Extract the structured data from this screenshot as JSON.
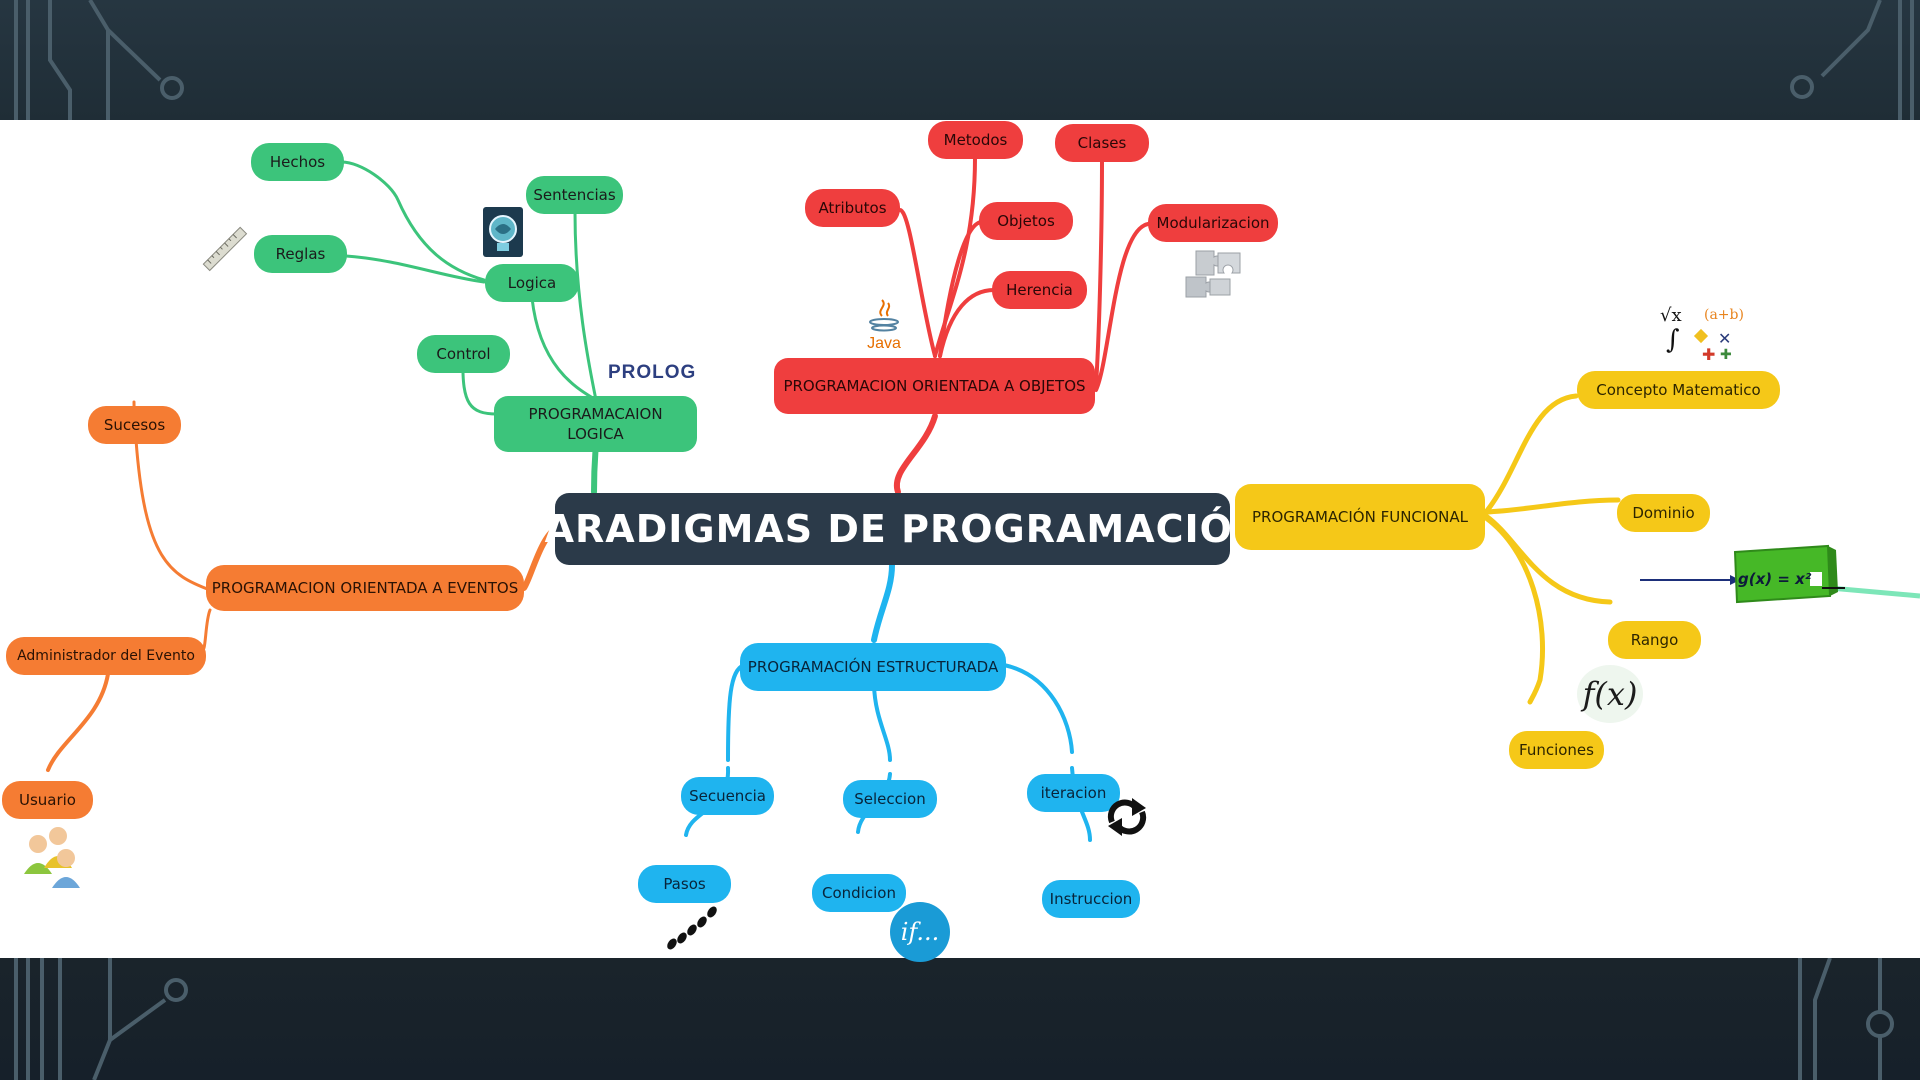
{
  "central": "PARADIGMAS DE PROGRAMACIÓN",
  "branches": {
    "logica": {
      "title": "PROGRAMACAION LOGICA",
      "children": {
        "control": "Control",
        "sentencias": "Sentencias",
        "logica": "Logica",
        "hechos": "Hechos",
        "reglas": "Reglas"
      }
    },
    "objetos": {
      "title": "PROGRAMACION ORIENTADA A OBJETOS",
      "children": {
        "metodos": "Metodos",
        "clases": "Clases",
        "atributos": "Atributos",
        "objetos": "Objetos",
        "herencia": "Herencia",
        "modularizacion": "Modularizacion"
      }
    },
    "eventos": {
      "title": "PROGRAMACION ORIENTADA A EVENTOS",
      "children": {
        "sucesos": "Sucesos",
        "administrador": "Administrador del Evento",
        "usuario": "Usuario"
      }
    },
    "estructurada": {
      "title": "PROGRAMACIÓN ESTRUCTURADA",
      "children": {
        "secuencia": "Secuencia",
        "pasos": "Pasos",
        "seleccion": "Seleccion",
        "condicion": "Condicion",
        "iteracion": "iteracion",
        "instruccion": "Instruccion"
      }
    },
    "funcional": {
      "title": "PROGRAMACIÓN FUNCIONAL",
      "children": {
        "concepto": "Concepto Matematico",
        "dominio": "Dominio",
        "rango": "Rango",
        "funciones": "Funciones"
      }
    }
  },
  "decorations": {
    "prolog_logo": "PROLOG",
    "java_logo": "Java",
    "if_icon": "if...",
    "fx_icon": "f(x)",
    "function_box": "g(x) = x²",
    "math_formula": "(a+b)",
    "math_sqrt": "√x"
  },
  "icons": [
    "ruler-icon",
    "brain-icon",
    "puzzle-icon",
    "users-icon",
    "footsteps-icon",
    "loop-arrows-icon",
    "math-symbols-icon"
  ],
  "colors": {
    "logica": "#3cc47b",
    "objetos": "#ef3e3e",
    "eventos": "#f57c33",
    "estructurada": "#1fb4ef",
    "funcional": "#f5c818",
    "central": "#2b3a49",
    "frame": "#1e2a33"
  }
}
